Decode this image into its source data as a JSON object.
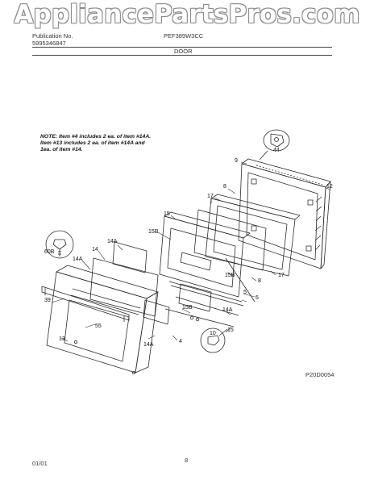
{
  "watermark": "AppliancePartsPros.com",
  "header": {
    "publication_label": "Publication No.",
    "publication_number": "5995346847",
    "model": "PEF389W3CC",
    "section": "DOOR"
  },
  "note": {
    "line1": "NOTE: Item #4 includes 2 ea. of item #14A.",
    "line2": "Item #13 includes 2 ea. of item #14A and",
    "line3": "1ea. of item #14."
  },
  "diagram_code": "P20D0054",
  "footer": {
    "date": "01/01",
    "page": "8"
  },
  "callouts": {
    "c44": "44",
    "c9": "9",
    "c12": "12",
    "c8a": "8",
    "c17a": "17",
    "c15a": "15",
    "c15B_a": "15B",
    "c14A_a": "14A",
    "c14": "14",
    "c14A_b": "14A",
    "c60B": "60B",
    "c15B_b": "15B",
    "c8b": "8",
    "c17b": "17",
    "c39": "39",
    "c55": "55",
    "c5": "5",
    "c6": "6",
    "c15B_c": "15B",
    "c14A_c": "14A",
    "c13": "13",
    "c10": "10",
    "c15b": "15",
    "c14A_d": "14A",
    "c4": "4"
  },
  "colors": {
    "line": "#2b2b2b",
    "watermark_outline": "#8a8a8a"
  }
}
